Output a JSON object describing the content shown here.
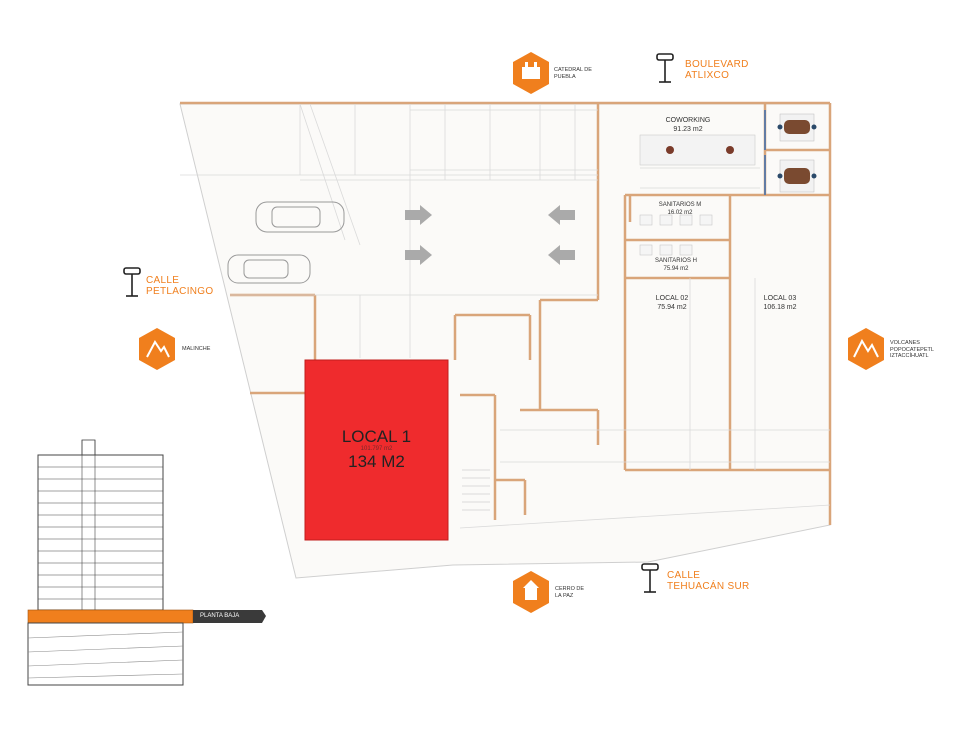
{
  "landmarks": {
    "catedral": "CATEDRAL DE PUEBLA",
    "boulevard": "BOULEVARD ATLIXCO",
    "calle_petlacingo": "CALLE PETLACINGO",
    "malinche": "MALINCHE",
    "volcanes": "VOLCANES POPOCATEPETL IZTACCÍHUATL",
    "cerro": "CERRO DE LA PAZ",
    "calle_tehuacan": "CALLE TEHUACÁN SUR"
  },
  "rooms": {
    "coworking": {
      "name": "COWORKING",
      "area": "91.23 m2"
    },
    "sanitarios_m": {
      "name": "SANITARIOS M",
      "area": "16.02 m2"
    },
    "sanitarios_h": {
      "name": "SANITARIOS H",
      "area": "75.94 m2"
    },
    "local_02": {
      "name": "LOCAL 02",
      "area": "75.94 m2"
    },
    "local_03": {
      "name": "LOCAL 03",
      "area": "106.18 m2"
    },
    "local_1": {
      "name": "LOCAL 1",
      "sub": "101.797 m2",
      "area": "134 M2"
    }
  },
  "section": {
    "badge": "PLANTA BAJA"
  },
  "colors": {
    "accent": "#f07f1d",
    "highlight": "#ef2b2d",
    "wall": "#d9a57a"
  }
}
